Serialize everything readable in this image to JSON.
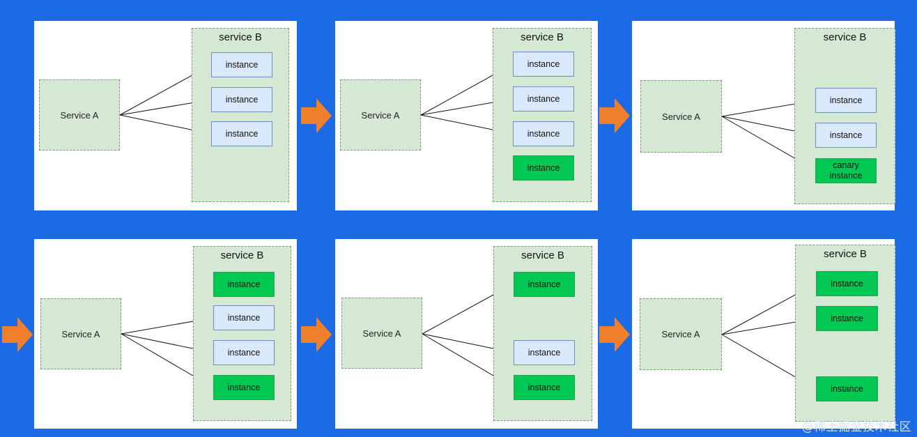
{
  "labels": {
    "service_a": "Service A",
    "service_b": "service B",
    "instance": "instance",
    "canary": "canary instance"
  },
  "colors": {
    "background": "#1b6ae6",
    "service_fill": "#d5e8d4",
    "old_instance_fill": "#dae8fc",
    "new_instance_fill": "#00c853",
    "next_arrow": "#f07f2c"
  },
  "watermark": "@稀土掘金技术社区",
  "stages": [
    {
      "instances": [
        {
          "kind": "old",
          "label": "instance",
          "routed": true
        },
        {
          "kind": "old",
          "label": "instance",
          "routed": true
        },
        {
          "kind": "old",
          "label": "instance",
          "routed": true
        }
      ]
    },
    {
      "instances": [
        {
          "kind": "old",
          "label": "instance",
          "routed": true
        },
        {
          "kind": "old",
          "label": "instance",
          "routed": true
        },
        {
          "kind": "old",
          "label": "instance",
          "routed": true
        },
        {
          "kind": "new",
          "label": "instance",
          "routed": false
        }
      ]
    },
    {
      "instances": [
        {
          "kind": "old",
          "label": "instance",
          "routed": true
        },
        {
          "kind": "old",
          "label": "instance",
          "routed": true
        },
        {
          "kind": "new",
          "label": "canary instance",
          "routed": true
        }
      ]
    },
    {
      "instances": [
        {
          "kind": "new",
          "label": "instance",
          "routed": false
        },
        {
          "kind": "old",
          "label": "instance",
          "routed": true
        },
        {
          "kind": "old",
          "label": "instance",
          "routed": true
        },
        {
          "kind": "new",
          "label": "instance",
          "routed": true
        }
      ]
    },
    {
      "instances": [
        {
          "kind": "new",
          "label": "instance",
          "routed": true
        },
        {
          "kind": "old",
          "label": "instance",
          "routed": true
        },
        {
          "kind": "new",
          "label": "instance",
          "routed": true
        }
      ]
    },
    {
      "instances": [
        {
          "kind": "new",
          "label": "instance",
          "routed": true
        },
        {
          "kind": "new",
          "label": "instance",
          "routed": true
        },
        {
          "kind": "new",
          "label": "instance",
          "routed": true
        }
      ]
    }
  ]
}
